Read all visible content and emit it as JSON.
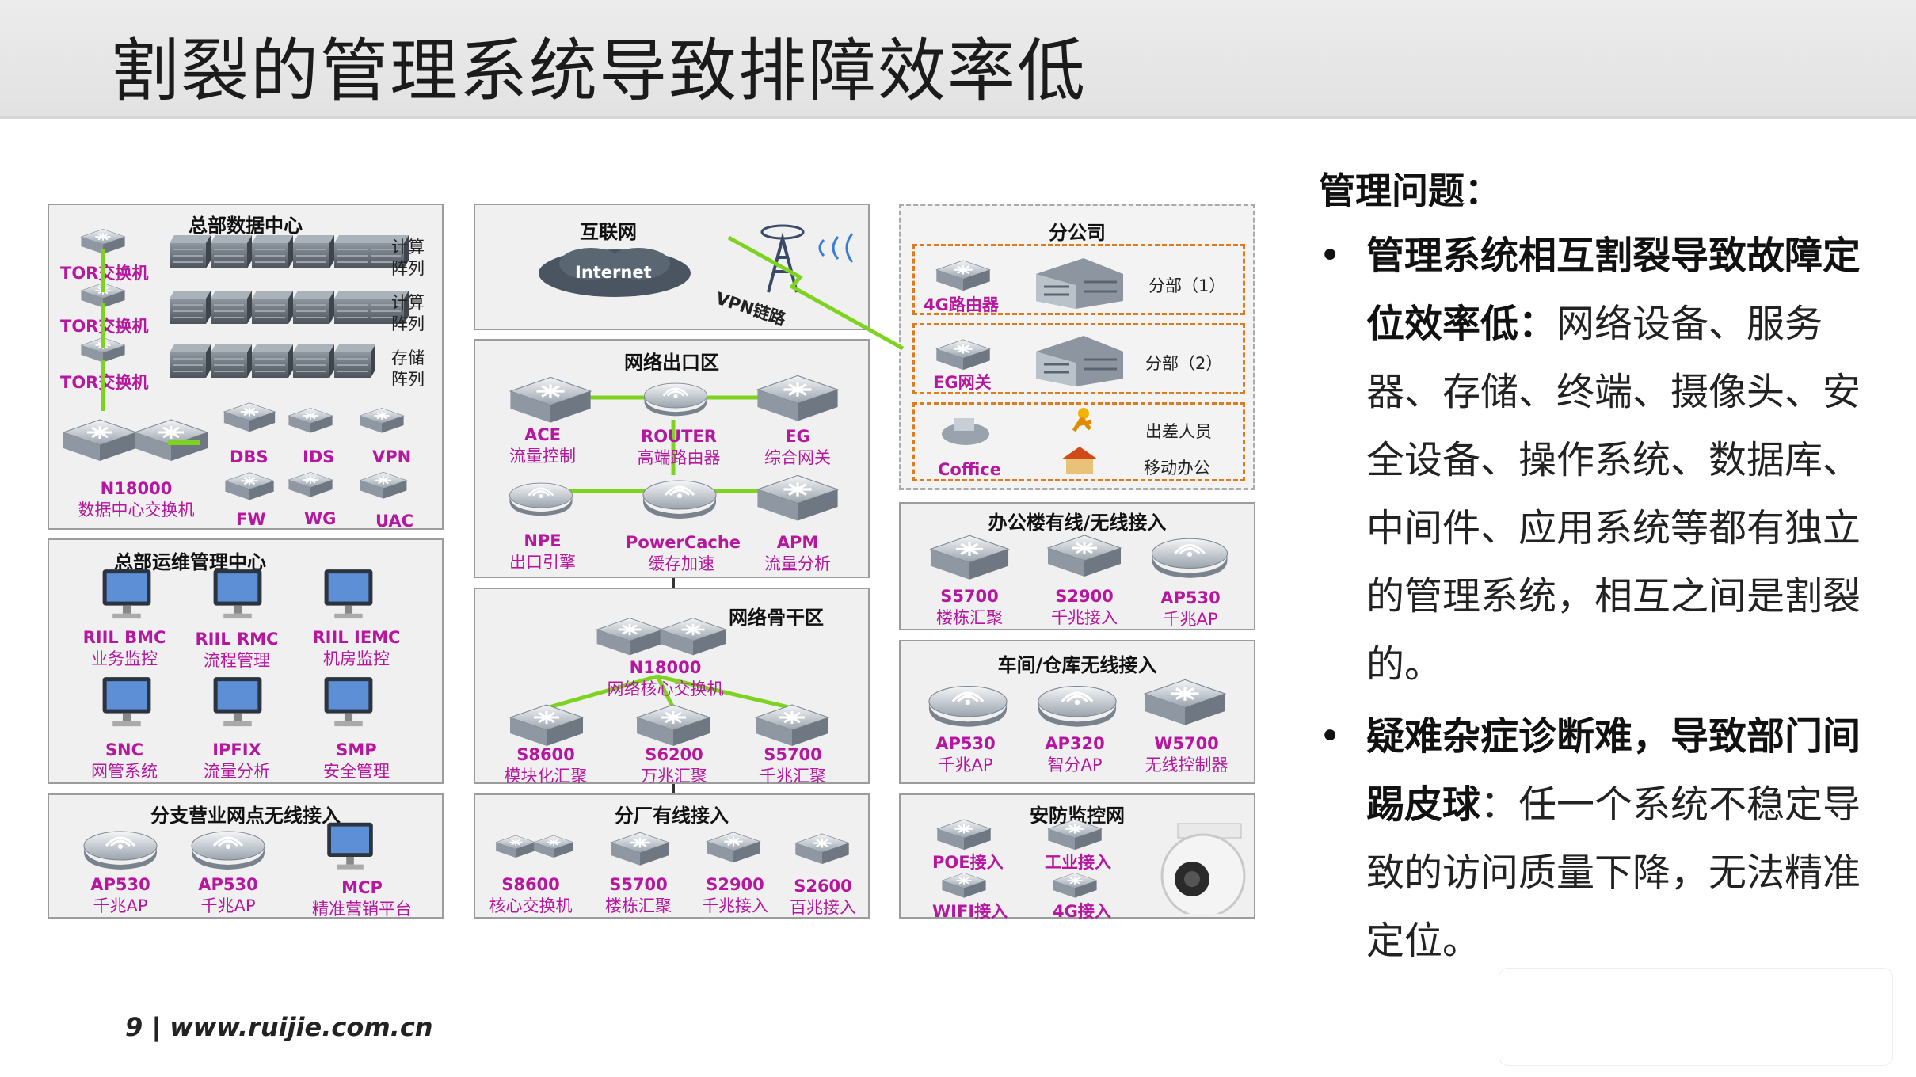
{
  "title": "割裂的管理系统导致排障效率低",
  "footer": {
    "page": "9",
    "url": "www.ruijie.com.cn"
  },
  "right": {
    "heading": "管理问题：",
    "bullets": [
      {
        "bold": "管理系统相互割裂导致故障定位效率低：",
        "text": "网络设备、服务器、存储、终端、摄像头、安全设备、操作系统、数据库、中间件、应用系统等都有独立的管理系统，相互之间是割裂的。"
      },
      {
        "bold": "疑难杂症诊断难，导致部门间踢皮球",
        "text": "：任一个系统不稳定导致的访问质量下降，无法精准定位。"
      }
    ]
  },
  "panels": {
    "dc": {
      "title": "总部数据中心",
      "tor1": "TOR交换机",
      "tor2": "TOR交换机",
      "tor3": "TOR交换机",
      "calc1a": "计算",
      "calc1b": "阵列",
      "calc2a": "计算",
      "calc2b": "阵列",
      "stora": "存储",
      "storb": "阵列",
      "n18k": "N18000",
      "n18k_desc": "数据中心交换机",
      "dbs": "DBS",
      "ids": "IDS",
      "vpn": "VPN",
      "fw": "FW",
      "wg": "WG",
      "uac": "UAC"
    },
    "ops": {
      "title": "总部运维管理中心",
      "items": [
        {
          "name": "RIIL BMC",
          "desc": "业务监控"
        },
        {
          "name": "RIIL RMC",
          "desc": "流程管理"
        },
        {
          "name": "RIIL IEMC",
          "desc": "机房监控"
        },
        {
          "name": "SNC",
          "desc": "网管系统"
        },
        {
          "name": "IPFIX",
          "desc": "流量分析"
        },
        {
          "name": "SMP",
          "desc": "安全管理"
        }
      ]
    },
    "branch_net": {
      "title": "分支营业网点无线接入",
      "items": [
        {
          "name": "AP530",
          "desc": "千兆AP"
        },
        {
          "name": "AP530",
          "desc": "千兆AP"
        },
        {
          "name": "MCP",
          "desc": "精准营销平台"
        }
      ]
    },
    "internet": {
      "title": "互联网",
      "cloud": "Internet",
      "vpn_link": "VPN链路"
    },
    "egress": {
      "title": "网络出口区",
      "items": [
        {
          "name": "ACE",
          "desc": "流量控制"
        },
        {
          "name": "ROUTER",
          "desc": "高端路由器"
        },
        {
          "name": "EG",
          "desc": "综合网关"
        },
        {
          "name": "NPE",
          "desc": "出口引擎"
        },
        {
          "name": "PowerCache",
          "desc": "缓存加速"
        },
        {
          "name": "APM",
          "desc": "流量分析"
        }
      ]
    },
    "backbone": {
      "title": "网络骨干区",
      "core": "N18000",
      "core_desc": "网络核心交换机",
      "items": [
        {
          "name": "S8600",
          "desc": "模块化汇聚"
        },
        {
          "name": "S6200",
          "desc": "万兆汇聚"
        },
        {
          "name": "S5700",
          "desc": "千兆汇聚"
        }
      ]
    },
    "factory": {
      "title": "分厂有线接入",
      "items": [
        {
          "name": "S8600",
          "desc": "核心交换机"
        },
        {
          "name": "S5700",
          "desc": "楼栋汇聚"
        },
        {
          "name": "S2900",
          "desc": "千兆接入"
        },
        {
          "name": "S2600",
          "desc": "百兆接入"
        }
      ]
    },
    "branch": {
      "title": "分公司",
      "router4g": "4G路由器",
      "eg": "EG网关",
      "office": "Coffice",
      "sub1": "分部（1）",
      "sub2": "分部（2）",
      "travel": "出差人员",
      "mobile": "移动办公"
    },
    "officebldg": {
      "title": "办公楼有线/无线接入",
      "items": [
        {
          "name": "S5700",
          "desc": "楼栋汇聚"
        },
        {
          "name": "S2900",
          "desc": "千兆接入"
        },
        {
          "name": "AP530",
          "desc": "千兆AP"
        }
      ]
    },
    "workshop": {
      "title": "车间/仓库无线接入",
      "items": [
        {
          "name": "AP530",
          "desc": "千兆AP"
        },
        {
          "name": "AP320",
          "desc": "智分AP"
        },
        {
          "name": "W5700",
          "desc": "无线控制器"
        }
      ]
    },
    "security": {
      "title": "安防监控网",
      "poe": "POE接入",
      "ind": "工业接入",
      "wifi": "WIFI接入",
      "g4": "4G接入"
    }
  }
}
